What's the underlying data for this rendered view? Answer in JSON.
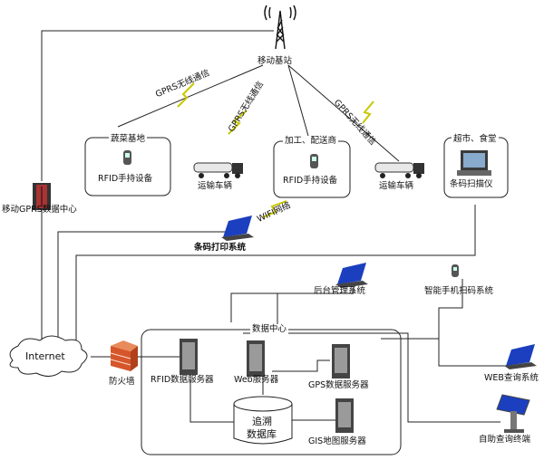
{
  "labels": {
    "base_station": "移动基站",
    "gprs_left": "GPRS无线通信",
    "gprs_mid": "GPRS无线通信",
    "gprs_right": "GPRS无线通信",
    "farm": "蔬菜基地",
    "farm_device": "RFID手持设备",
    "truck1": "运输车辆",
    "processor": "加工、配送商",
    "processor_device": "RFID手持设备",
    "truck2": "运输车辆",
    "market": "超市、食堂",
    "scanner": "条码扫描仪",
    "gprs_center": "移动GPRS数据中心",
    "wifi": "WIFI网络",
    "barcode_print": "条码打印系统",
    "backend": "后台管理系统",
    "phone_scan": "智能手机扫码系统",
    "internet": "Internet",
    "firewall": "防火墙",
    "datacenter": "数据中心",
    "rfid_server": "RFID数据服务器",
    "web_server": "Web服务器",
    "gps_server": "GPS数据服务器",
    "db_line1": "追溯",
    "db_line2": "数据库",
    "gis_server": "GIS地图服务器",
    "web_query": "WEB查询系统",
    "kiosk": "自助查询终端"
  }
}
